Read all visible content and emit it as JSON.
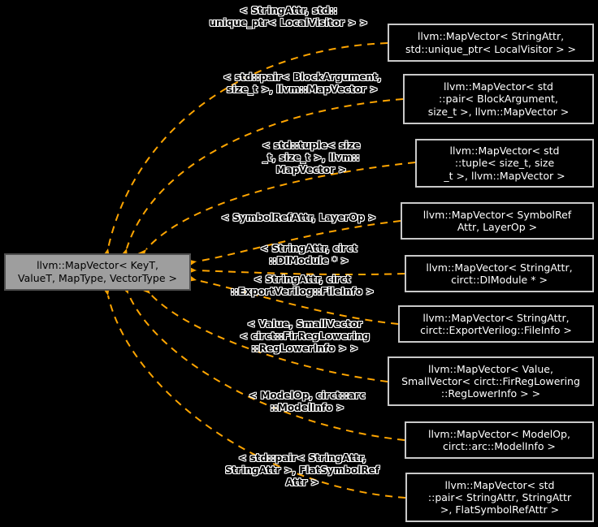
{
  "diagram": {
    "background_color": "#000000",
    "edge_color": "#ffa500",
    "main_node": {
      "text": "llvm::MapVector< KeyT,\nValueT, MapType, VectorType >"
    },
    "nodes": [
      {
        "text": "llvm::MapVector< StringAttr,\nstd::unique_ptr< LocalVisitor > >"
      },
      {
        "text": "llvm::MapVector< std\n::pair< BlockArgument,\nsize_t >, llvm::MapVector >"
      },
      {
        "text": "llvm::MapVector< std\n::tuple< size_t, size\n_t >, llvm::MapVector >"
      },
      {
        "text": "llvm::MapVector< SymbolRef\nAttr, LayerOp >"
      },
      {
        "text": "llvm::MapVector< StringAttr,\ncirct::DIModule * >"
      },
      {
        "text": "llvm::MapVector< StringAttr,\ncirct::ExportVerilog::FileInfo >"
      },
      {
        "text": "llvm::MapVector< Value,\nSmallVector< circt::FirRegLowering\n::RegLowerInfo > >"
      },
      {
        "text": "llvm::MapVector< ModelOp,\ncirct::arc::ModelInfo >"
      },
      {
        "text": "llvm::MapVector< std\n::pair< StringAttr, StringAttr\n>, FlatSymbolRefAttr >"
      }
    ],
    "edge_labels": [
      {
        "text": "< StringAttr, std::\nunique_ptr< LocalVisitor > >"
      },
      {
        "text": "< std::pair< BlockArgument,\nsize_t >, llvm::MapVector >"
      },
      {
        "text": "< std::tuple< size\n_t, size_t >, llvm::\nMapVector >"
      },
      {
        "text": "< SymbolRefAttr, LayerOp >"
      },
      {
        "text": "< StringAttr, circt\n::DIModule * >"
      },
      {
        "text": "< StringAttr, circt\n::ExportVerilog::FileInfo >"
      },
      {
        "text": "< Value, SmallVector\n< circt::FirRegLowering\n::RegLowerInfo > >"
      },
      {
        "text": "< ModelOp, circt::arc\n::ModelInfo >"
      },
      {
        "text": "< std::pair< StringAttr,\nStringAttr >, FlatSymbolRef\nAttr >"
      }
    ]
  }
}
